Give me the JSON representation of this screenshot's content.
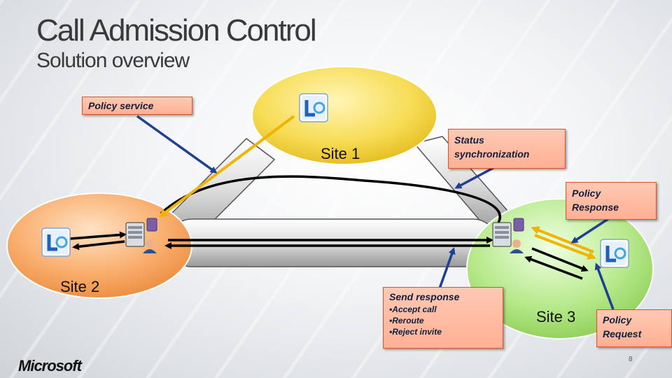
{
  "slide": {
    "title": "Call Admission Control",
    "subtitle": "Solution overview",
    "page_number": "8",
    "logo_text": "Microsoft"
  },
  "sites": {
    "site1": "Site 1",
    "site2": "Site 2",
    "site3": "Site 3"
  },
  "callouts": {
    "policy_service": "Policy service",
    "status_sync": "Status synchronization",
    "policy_response": "Policy Response",
    "policy_request": "Policy Request",
    "send_response": {
      "heading": "Send response",
      "items": [
        "Accept call",
        "Reroute",
        "Reject invite"
      ]
    }
  },
  "colors": {
    "site1_fill": "#f7d94a",
    "site2_fill": "#f7a35c",
    "site3_fill": "#a8e07a",
    "callout_fill": "#ffbfa6",
    "callout_border": "#e0522b",
    "arrow_blue": "#1f3f93",
    "arrow_gold": "#f0b400"
  },
  "icons": [
    "lync-icon",
    "server-user-icon"
  ]
}
